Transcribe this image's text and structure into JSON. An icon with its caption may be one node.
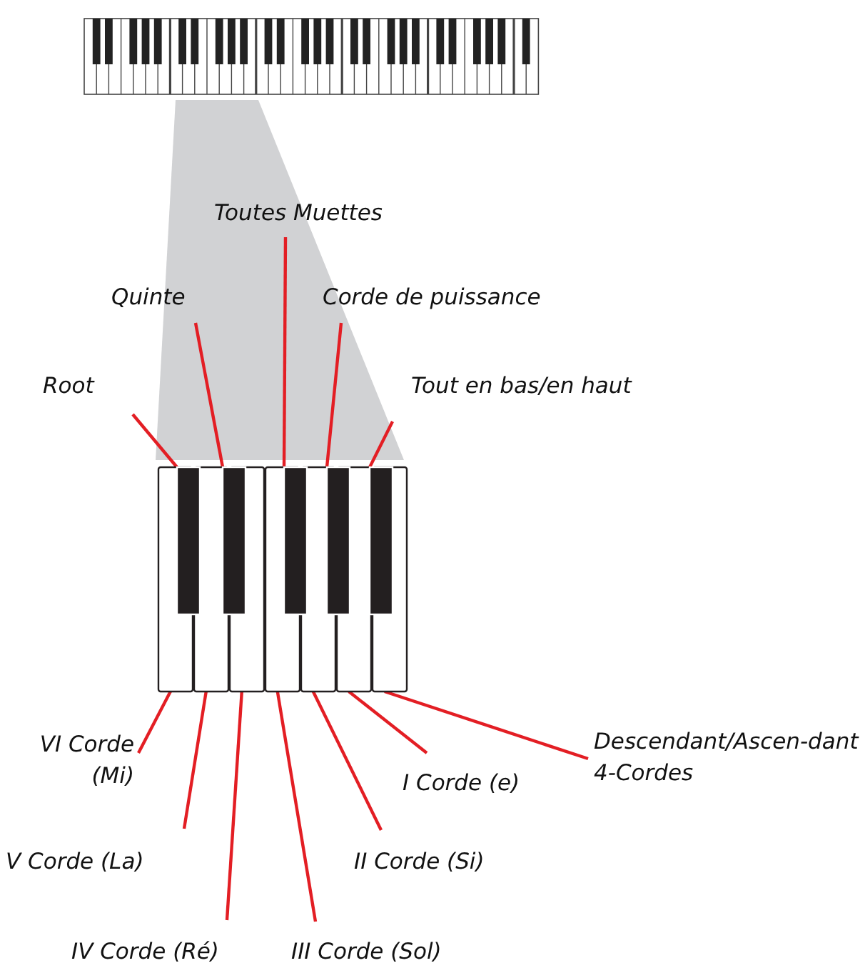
{
  "diagram": {
    "nodes": [
      {
        "text": [
          "Toutes Muettes"
        ]
      },
      {
        "text": [
          "Quinte"
        ]
      },
      {
        "text": [
          "Corde de puissance"
        ]
      },
      {
        "text": [
          "Root"
        ]
      },
      {
        "text": [
          "Tout en bas/en haut"
        ]
      },
      {
        "text": [
          "VI Corde (Mi)"
        ]
      },
      {
        "text": [
          "Descendant/Ascen-dant 4-Cordes"
        ]
      },
      {
        "text": [
          "I Corde (e)"
        ]
      },
      {
        "text": [
          "V Corde (La)"
        ]
      },
      {
        "text": [
          "II Corde (Si)"
        ]
      },
      {
        "text": [
          "IV Corde (Ré)"
        ]
      },
      {
        "text": [
          "III Corde (Sol)"
        ]
      },
      {
        "text": [],
        "shape": "box"
      },
      {
        "text": [],
        "shape": "box"
      },
      {
        "text": [],
        "shape": "box"
      },
      {
        "text": [],
        "shape": "box"
      },
      {
        "text": [],
        "shape": "box"
      },
      {
        "text": [],
        "shape": "box"
      },
      {
        "text": [],
        "shape": "box"
      },
      {
        "text": [],
        "shape": "box"
      },
      {
        "text": [],
        "shape": "box"
      },
      {
        "text": [],
        "shape": "box"
      },
      {
        "text": [],
        "shape": "box"
      },
      {
        "text": [],
        "shape": "box"
      }
    ],
    "edges": [
      {
        "from": 0,
        "to": 21,
        "arrow": "none"
      },
      {
        "from": 1,
        "to": 20,
        "arrow": "none"
      },
      {
        "from": 2,
        "to": 22,
        "arrow": "none"
      },
      {
        "from": 3,
        "to": 19,
        "arrow": "none"
      },
      {
        "from": 4,
        "to": 23,
        "arrow": "none"
      },
      {
        "from": 5,
        "to": 12,
        "arrow": "none"
      },
      {
        "from": 6,
        "to": 18,
        "arrow": "none"
      },
      {
        "from": 7,
        "to": 17,
        "arrow": "none"
      },
      {
        "from": 8,
        "to": 13,
        "arrow": "none"
      },
      {
        "from": 9,
        "to": 16,
        "arrow": "none"
      },
      {
        "from": 10,
        "to": 14,
        "arrow": "none"
      },
      {
        "from": 11,
        "to": 15,
        "arrow": "none"
      }
    ]
  }
}
